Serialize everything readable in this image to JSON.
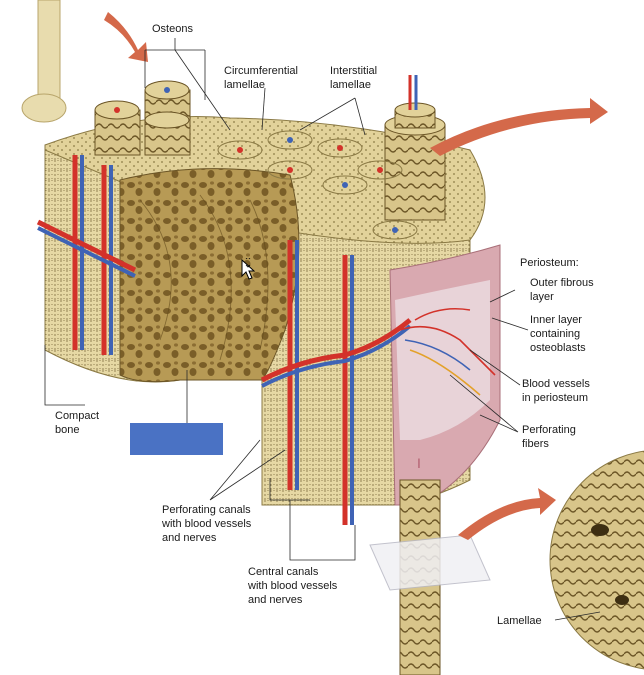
{
  "figure": {
    "labels": {
      "osteons": "Osteons",
      "circumferential_lamellae": [
        "Circumferential",
        "lamellae"
      ],
      "interstitial_lamellae": [
        "Interstitial",
        "lamellae"
      ],
      "periosteum": "Periosteum:",
      "outer_fibrous_layer": [
        "Outer fibrous",
        "layer"
      ],
      "inner_layer": [
        "Inner layer",
        "containing",
        "osteoblasts"
      ],
      "blood_vessels_periosteum": [
        "Blood vessels",
        "in periosteum"
      ],
      "perforating_fibers": [
        "Perforating",
        "fibers"
      ],
      "compact_bone": [
        "Compact",
        "bone"
      ],
      "perforating_canals": [
        "Perforating canals",
        "with blood vessels",
        "and nerves"
      ],
      "central_canals": [
        "Central canals",
        "with blood vessels",
        "and nerves"
      ],
      "lamellae": "Lamellae"
    },
    "colors": {
      "bone": "#e2d29a",
      "bone_dark": "#c9b574",
      "spongy": "#b79a55",
      "artery": "#d3322a",
      "vein": "#3f63b5",
      "periosteum": "#d9a9b0",
      "arrow": "#d4694a",
      "answer_box": "#4a72c4"
    }
  }
}
